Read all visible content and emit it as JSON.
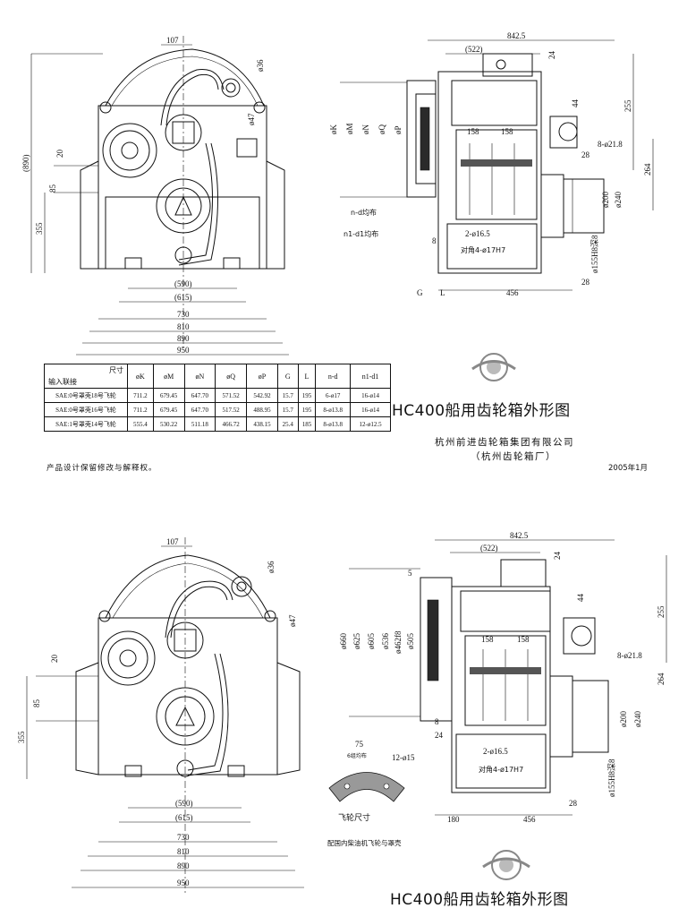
{
  "top_left_dims": {
    "top": "107",
    "d36": "ø36",
    "d47": "ø47",
    "h890": "(890)",
    "h355": "355",
    "v20": "20",
    "v85": "85",
    "horiz": [
      "(590)",
      "(615)",
      "730",
      "810",
      "890",
      "950"
    ]
  },
  "top_right_dims": {
    "w8425": "842.5",
    "w522": "(522)",
    "v24": "24",
    "v44": "44",
    "v255": "255",
    "d8_218": "8-ø21.8",
    "v264": "264",
    "v28a": "28",
    "d200": "ø200",
    "d240": "ø240",
    "d155": "ø155H8深8",
    "v28b": "28",
    "v8": "8",
    "w456": "456",
    "g": "G",
    "l": "L",
    "bores": [
      "øK",
      "øM",
      "øN",
      "øQ",
      "øP"
    ],
    "w158a": "158",
    "w158b": "158",
    "d2_165": "2-ø16.5",
    "d4_17": "对角4-ø17H7",
    "nd": "n-d均布",
    "n1d1": "n1-d1均布"
  },
  "spec_table": {
    "corner_top": "尺寸",
    "corner_bottom": "输入联接",
    "headers": [
      "øK",
      "øM",
      "øN",
      "øQ",
      "øP",
      "G",
      "L",
      "n-d",
      "n1-d1"
    ],
    "rows": [
      {
        "label": "SAE:0号罩壳18号飞轮",
        "values": [
          "711.2",
          "679.45",
          "647.70",
          "571.52",
          "542.92",
          "15.7",
          "195",
          "6-ø17",
          "16-ø14"
        ]
      },
      {
        "label": "SAE:0号罩壳16号飞轮",
        "values": [
          "711.2",
          "679.45",
          "647.70",
          "517.52",
          "488.95",
          "15.7",
          "195",
          "8-ø13.8",
          "16-ø14"
        ]
      },
      {
        "label": "SAE:1号罩壳14号飞轮",
        "values": [
          "555.4",
          "530.22",
          "511.18",
          "466.72",
          "438.15",
          "25.4",
          "185",
          "8-ø13.8",
          "12-ø12.5"
        ]
      }
    ]
  },
  "title_top": "HC400船用齿轮箱外形图",
  "company": "杭州前进齿轮箱集团有限公司",
  "company_sub": "（杭州齿轮箱厂）",
  "date": "2005年1月",
  "disclaimer": "产品设计保留修改与解释权。",
  "bottom_left_dims": {
    "top": "107",
    "d36": "ø36",
    "d47": "ø47",
    "h355": "355",
    "v20": "20",
    "v85": "85",
    "horiz": [
      "(590)",
      "(615)",
      "730",
      "810",
      "890",
      "950"
    ]
  },
  "bottom_right_dims": {
    "w8425": "842.5",
    "w522": "(522)",
    "v24": "24",
    "v44": "44",
    "v255": "255",
    "d8_218": "8-ø21.8",
    "v264": "264",
    "d200": "ø200",
    "d240": "ø240",
    "d155": "ø155H8深8",
    "v28": "28",
    "v5": "5",
    "v8": "8",
    "v24b": "24",
    "w180": "180",
    "w456": "456",
    "bores": [
      "ø660",
      "ø625",
      "ø605",
      "ø536",
      "ø462f8",
      "ø505"
    ],
    "w158a": "158",
    "w158b": "158",
    "d2_165": "2-ø16.5",
    "d4_17": "对角4-ø17H7",
    "flywheel_w": "75",
    "flywheel_note": "6组均布",
    "flywheel_hole": "12-ø15",
    "flywheel_label": "飞轮尺寸",
    "match_note": "配国内柴油机飞轮与罩壳"
  },
  "title_bottom": "HC400船用齿轮箱外形图"
}
